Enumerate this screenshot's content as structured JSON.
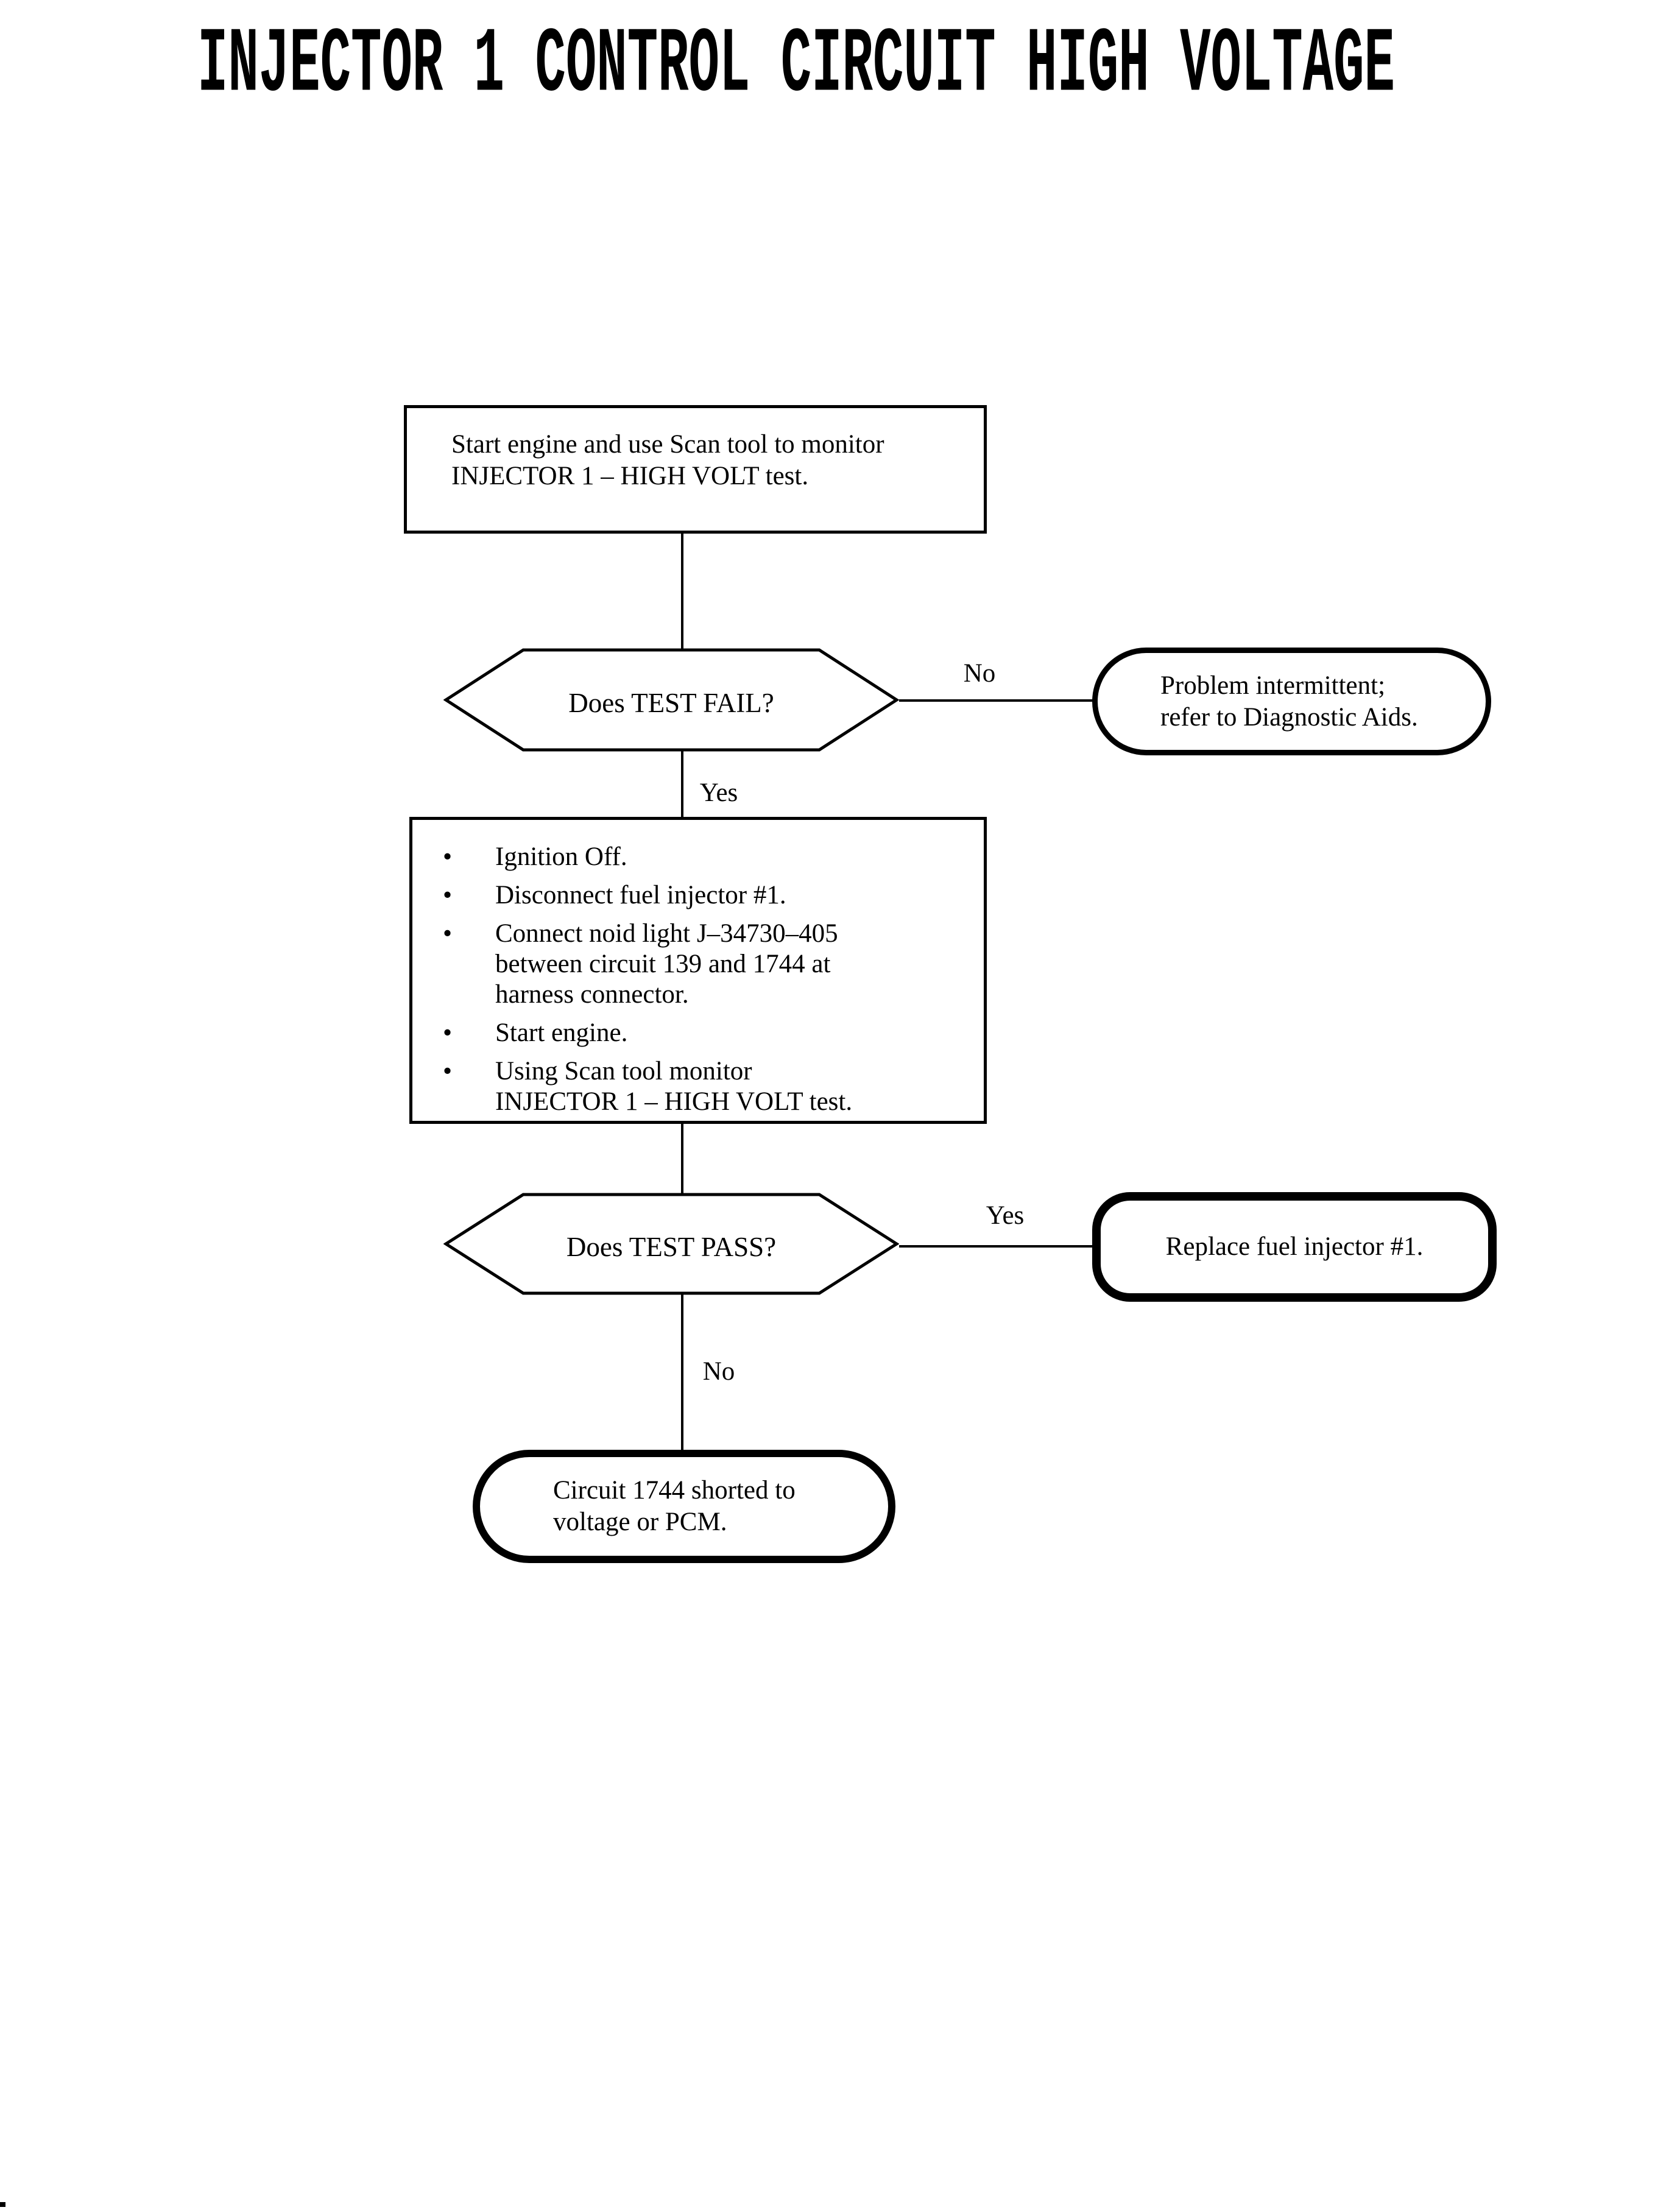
{
  "title": "INJECTOR 1 CONTROL CIRCUIT HIGH VOLTAGE",
  "colors": {
    "ink": "#000000",
    "paper": "#ffffff"
  },
  "nodes": {
    "start": {
      "lines": [
        "Start engine and use Scan tool to monitor",
        "INJECTOR 1 – HIGH VOLT test."
      ]
    },
    "decision_fail": {
      "label": "Does TEST FAIL?"
    },
    "intermittent": {
      "lines": [
        "Problem intermittent;",
        "refer to Diagnostic Aids."
      ]
    },
    "actions": {
      "bullet_glyph": "•",
      "bullets": [
        [
          "Ignition Off."
        ],
        [
          "Disconnect fuel injector #1."
        ],
        [
          "Connect noid light J–34730–405",
          "between circuit 139 and 1744 at",
          "harness connector."
        ],
        [
          "Start engine."
        ],
        [
          "Using Scan tool monitor",
          "INJECTOR 1 – HIGH VOLT test."
        ]
      ]
    },
    "decision_pass": {
      "label": "Does TEST PASS?"
    },
    "replace": {
      "label": "Replace fuel injector #1."
    },
    "shorted": {
      "lines": [
        "Circuit 1744 shorted to",
        "voltage or PCM."
      ]
    }
  },
  "edges": {
    "fail_no": "No",
    "fail_yes": "Yes",
    "pass_yes": "Yes",
    "pass_no": "No"
  }
}
